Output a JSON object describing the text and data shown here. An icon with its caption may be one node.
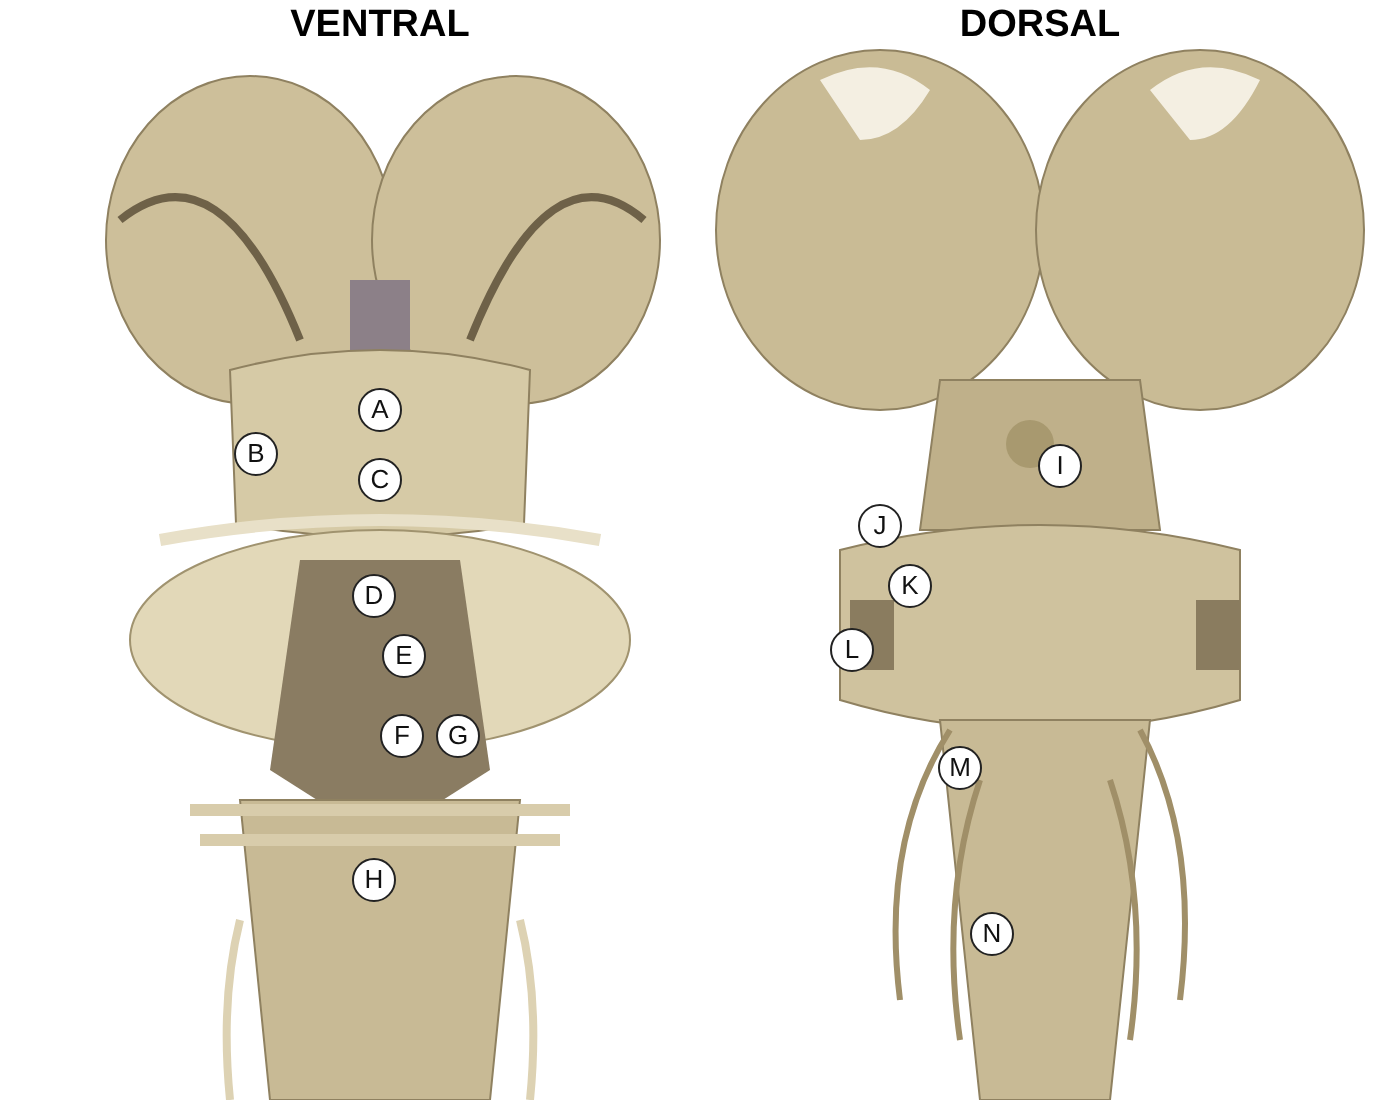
{
  "diagram": {
    "labels": [
      "VENTRAL",
      "DORSAL",
      "A",
      "B",
      "C",
      "D",
      "E",
      "F",
      "G",
      "H",
      "I",
      "J",
      "K",
      "L",
      "M",
      "N"
    ]
  }
}
